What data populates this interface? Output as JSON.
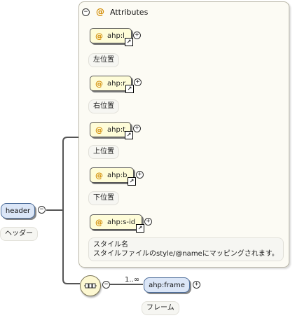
{
  "root": {
    "name": "header",
    "doc": "ヘッダー"
  },
  "attributes_panel": {
    "title": "Attributes",
    "items": [
      {
        "name": "ahp:l",
        "doc": "左位置"
      },
      {
        "name": "ahp:r",
        "doc": "右位置"
      },
      {
        "name": "ahp:t",
        "doc": "上位置"
      },
      {
        "name": "ahp:b",
        "doc": "下位置"
      },
      {
        "name": "ahp:s-id",
        "doc_line1": "スタイル名",
        "doc_line2": "スタイルファイルのstyle/@nameにマッピングされます。"
      }
    ]
  },
  "sequence": {
    "child": {
      "name": "ahp:frame",
      "doc": "フレーム",
      "multiplicity": "1..∞"
    }
  },
  "icons": {
    "collapse": "minus-circle-icon",
    "expand": "plus-circle-icon",
    "reference": "reference-arrow-icon",
    "attribute": "at-sign-icon",
    "sequence": "sequence-compositor-icon"
  },
  "colors": {
    "element_fill": "#dbe6f7",
    "attribute_fill": "#fefcd8",
    "attribute_glyph": "#d28b00",
    "panel_fill": "#fcfbf4"
  }
}
